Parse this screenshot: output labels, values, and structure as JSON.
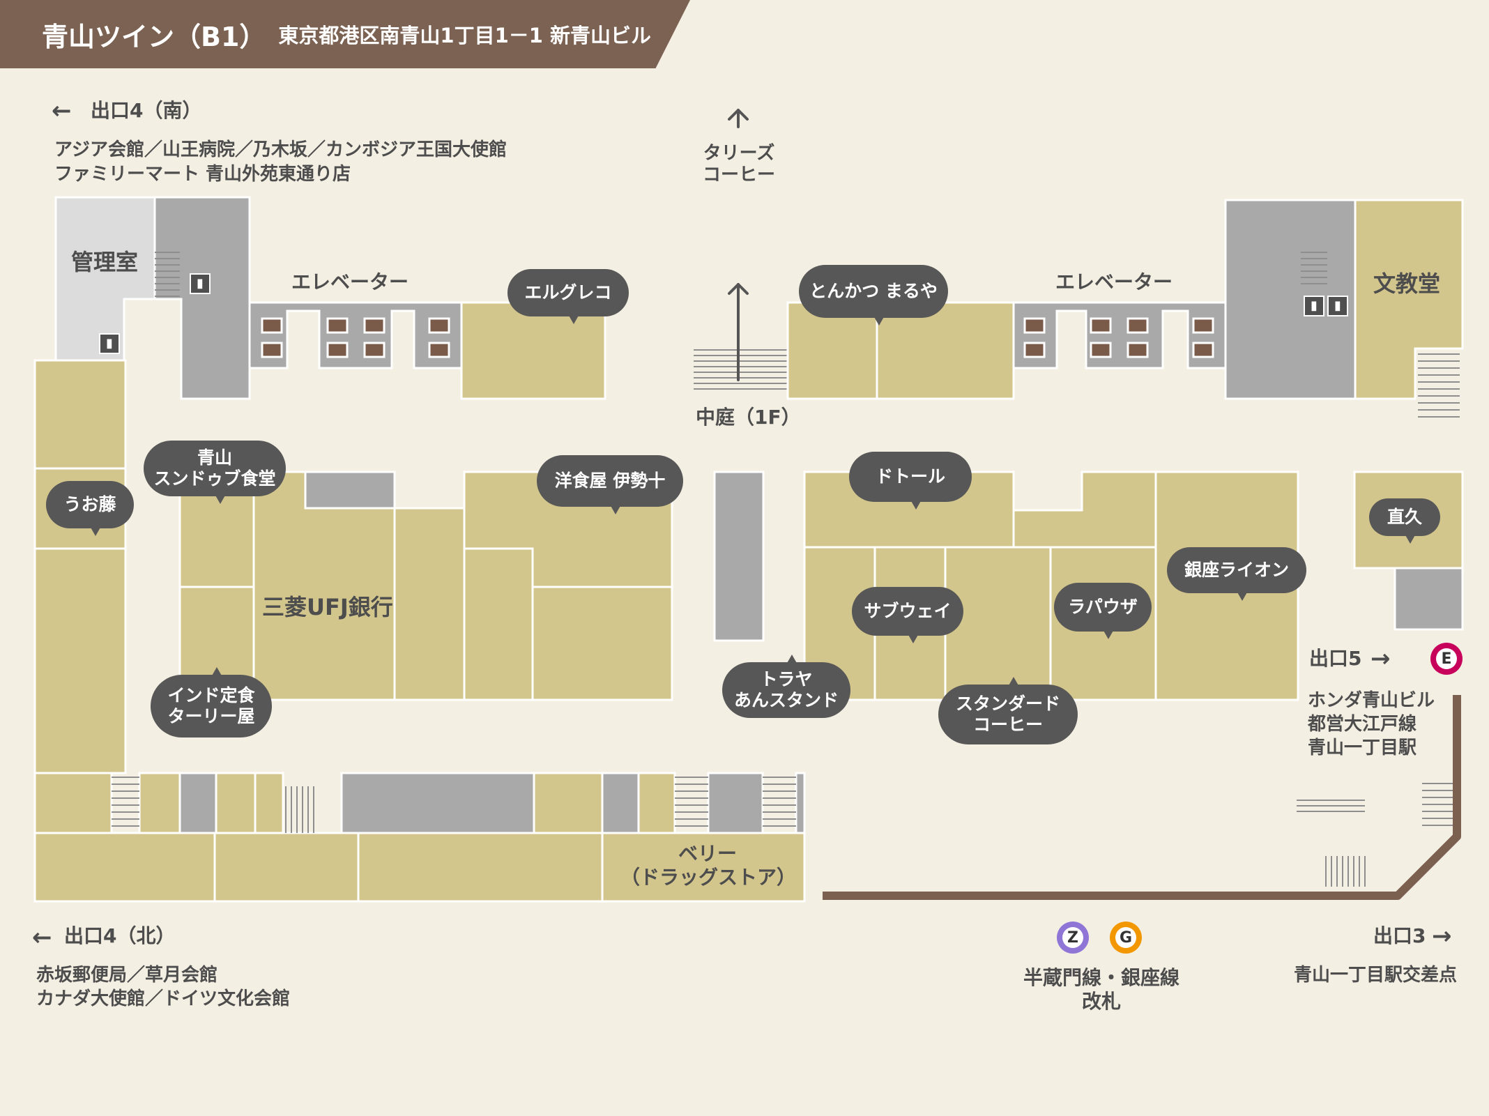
{
  "title": {
    "main": "青山ツイン（B1）",
    "address": "東京都港区南青山1丁目1－1 新青山ビル"
  },
  "colors": {
    "title_bar": "#7b6252",
    "background": "#f4efe3",
    "shop": "#d3c68d",
    "service": "#a9a9a9",
    "bubble": "#575757",
    "route": "#7b5f4f",
    "line_e": "#c6005b",
    "line_z": "#8f76d6",
    "line_g": "#f39700"
  },
  "exits": {
    "exit4_south": {
      "label": "出口4（南）",
      "dest1": "アジア会館／山王病院／乃木坂／カンボジア王国大使館",
      "dest2": "ファミリーマート 青山外苑東通り店"
    },
    "tullys": {
      "line1": "タリーズ",
      "line2": "コーヒー"
    },
    "exit4_north": {
      "label": "出口4（北）",
      "dest1": "赤坂郵便局／草月会館",
      "dest2": "カナダ大使館／ドイツ文化会館"
    },
    "exit5": {
      "label": "出口5",
      "dest1": "ホンダ青山ビル",
      "dest2": "都営大江戸線",
      "dest3": "青山一丁目駅"
    },
    "exit3": {
      "label": "出口3",
      "dest": "青山一丁目駅交差点"
    },
    "gate": {
      "line1": "半蔵門線・銀座線",
      "line2": "改札"
    }
  },
  "lines": {
    "e": "E",
    "z": "Z",
    "g": "G"
  },
  "areas": {
    "kanrishitsu": "管理室",
    "elevator_left": "エレベーター",
    "elevator_right": "エレベーター",
    "courtyard": "中庭（1F）",
    "bunkyodo": "文教堂",
    "mufg": "三菱UFJ銀行",
    "berry_line1": "ベリー",
    "berry_line2": "（ドラッグストア）"
  },
  "shops": {
    "elgreco": "エルグレコ",
    "tonkatsu": "とんかつ まるや",
    "aoyama_sundubu_1": "青山",
    "aoyama_sundubu_2": "スンドゥブ食堂",
    "yoshokuya": "洋食屋 伊勢十",
    "uofuji": "うお藤",
    "doutor": "ドトール",
    "naokyu": "直久",
    "ginza_lion": "銀座ライオン",
    "subway": "サブウェイ",
    "rapausa": "ラパウザ",
    "indo_1": "インド定食",
    "indo_2": "ターリー屋",
    "toraya_1": "トラヤ",
    "toraya_2": "あんスタンド",
    "starbucks_1": "スタンダード",
    "starbucks_2": "コーヒー"
  },
  "icons": {
    "arrow_left": "←",
    "arrow_right": "→",
    "arrow_up": "↑",
    "restroom": "🚻"
  }
}
